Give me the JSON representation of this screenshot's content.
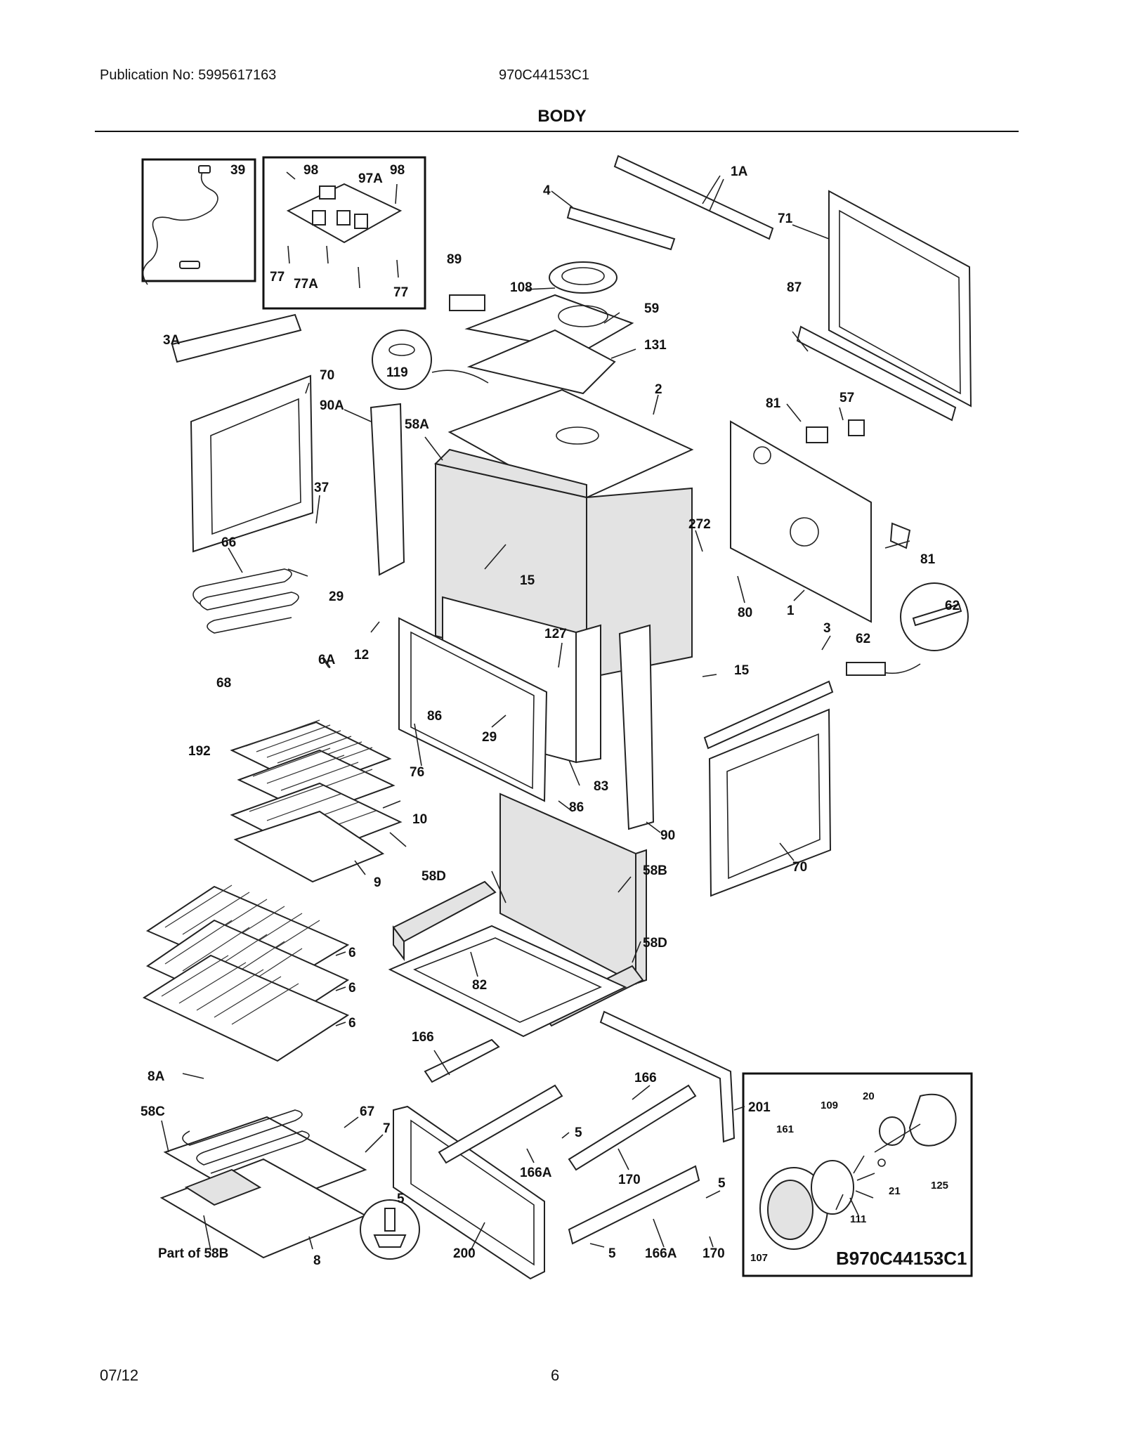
{
  "header": {
    "publication": "Publication No: 5995617163",
    "model": "970C44153C1",
    "section_title": "BODY"
  },
  "diagram": {
    "code": "B970C44153C1",
    "callouts": {
      "c39": "39",
      "c98a": "98",
      "c97A": "97A",
      "c98b": "98",
      "c77a": "77",
      "c77A": "77A",
      "c77b": "77",
      "c4": "4",
      "c1A": "1A",
      "c71": "71",
      "c89": "89",
      "c108": "108",
      "c59": "59",
      "c87": "87",
      "c131": "131",
      "c3A": "3A",
      "c70a": "70",
      "c119": "119",
      "c90A": "90A",
      "c58A": "58A",
      "c2": "2",
      "c81a": "81",
      "c57": "57",
      "c37": "37",
      "c66": "66",
      "c15a": "15",
      "c272": "272",
      "c81b": "81",
      "c29a": "29",
      "c62a": "62",
      "c80": "80",
      "c1": "1",
      "c3": "3",
      "c12": "12",
      "c127": "127",
      "c62b": "62",
      "c6A": "6A",
      "c68": "68",
      "c15b": "15",
      "c86a": "86",
      "c29b": "29",
      "c192": "192",
      "c76": "76",
      "c83": "83",
      "c86b": "86",
      "c10": "10",
      "c90": "90",
      "c70b": "70",
      "c9": "9",
      "c58D1": "58D",
      "c58B": "58B",
      "c58D2": "58D",
      "c6a": "6",
      "c82": "82",
      "c6b": "6",
      "c6c": "6",
      "c166a": "166",
      "c8A": "8A",
      "c166b": "166",
      "c201": "201",
      "c58C": "58C",
      "c67": "67",
      "c7": "7",
      "c5a": "5",
      "c166Aa": "166A",
      "c170a": "170",
      "c5b": "5",
      "c200": "200",
      "c5c": "5",
      "c166Ab": "166A",
      "c170b": "170",
      "c20": "20",
      "c109": "109",
      "c161": "161",
      "c21": "21",
      "c125": "125",
      "c111": "111",
      "c107": "107",
      "part58B": "Part of 58B",
      "c8": "8"
    }
  },
  "footer": {
    "date": "07/12",
    "page": "6"
  }
}
